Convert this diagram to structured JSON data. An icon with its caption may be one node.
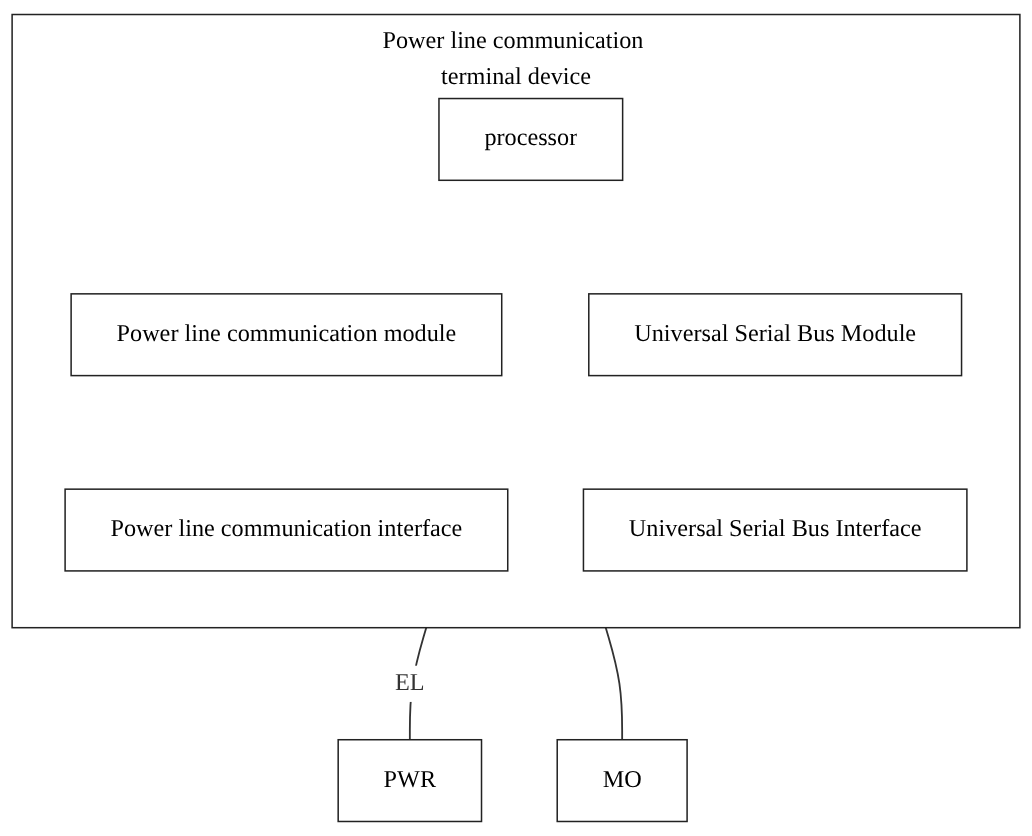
{
  "diagram": {
    "nodes": [
      {
        "text": [
          "Power line communication terminal device"
        ]
      },
      {
        "text": [
          "processor"
        ],
        "in": 0
      },
      {
        "text": [
          "Power line communication module"
        ],
        "in": 0
      },
      {
        "text": [
          "Universal Serial Bus Module"
        ],
        "in": 0
      },
      {
        "text": [
          "Power line communication interface"
        ],
        "in": 0
      },
      {
        "text": [
          "Universal Serial Bus Interface"
        ],
        "in": 0
      },
      {
        "text": [
          "PWR"
        ]
      },
      {
        "text": [
          "MO"
        ]
      }
    ],
    "edges": [
      {
        "from": 0,
        "to": 6,
        "arrow": "none",
        "label": "EL"
      },
      {
        "from": 0,
        "to": 7,
        "arrow": "none"
      }
    ]
  }
}
